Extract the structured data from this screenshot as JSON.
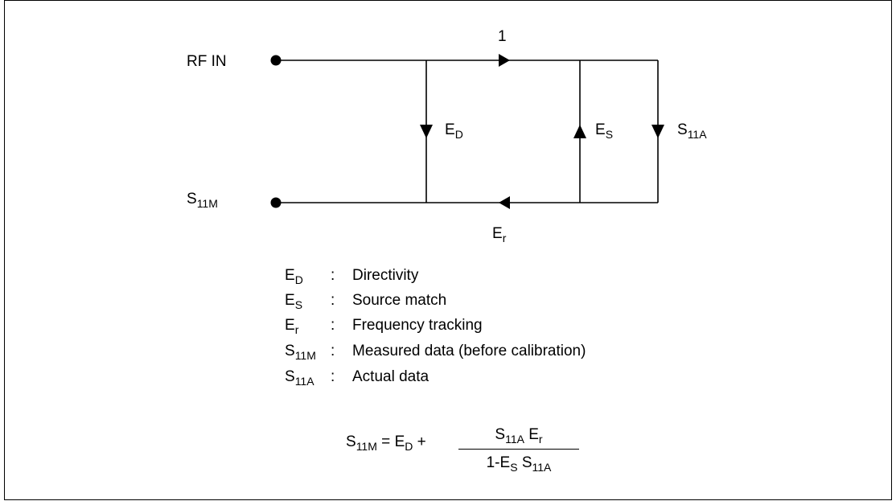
{
  "ports": {
    "input": "RF IN",
    "output": {
      "base": "S",
      "sub": "11M"
    }
  },
  "branch_labels": {
    "forward": "1",
    "directivity": {
      "base": "E",
      "sub": "D"
    },
    "source_match": {
      "base": "E",
      "sub": "S"
    },
    "actual": {
      "base": "S",
      "sub": "11A"
    },
    "tracking": {
      "base": "E",
      "sub": "r"
    }
  },
  "legend": [
    {
      "base": "E",
      "sub": "D",
      "colon": ":",
      "desc": "Directivity"
    },
    {
      "base": "E",
      "sub": "S",
      "colon": ":",
      "desc": "Source match"
    },
    {
      "base": "E",
      "sub": "r",
      "colon": ":",
      "desc": "Frequency tracking"
    },
    {
      "base": "S",
      "sub": "11M",
      "colon": ":",
      "desc": "Measured data (before calibration)"
    },
    {
      "base": "S",
      "sub": "11A",
      "colon": ":",
      "desc": "Actual data"
    }
  ],
  "equation": {
    "lhs_base": "S",
    "lhs_sub": "11M",
    "eq": "=",
    "t1_base": "E",
    "t1_sub": "D",
    "plus": "+",
    "num_a_base": "S",
    "num_a_sub": "11A",
    "num_b_base": "E",
    "num_b_sub": "r",
    "den_pre": "1-",
    "den_a_base": "E",
    "den_a_sub": "S",
    "den_b_base": "S",
    "den_b_sub": "11A"
  }
}
